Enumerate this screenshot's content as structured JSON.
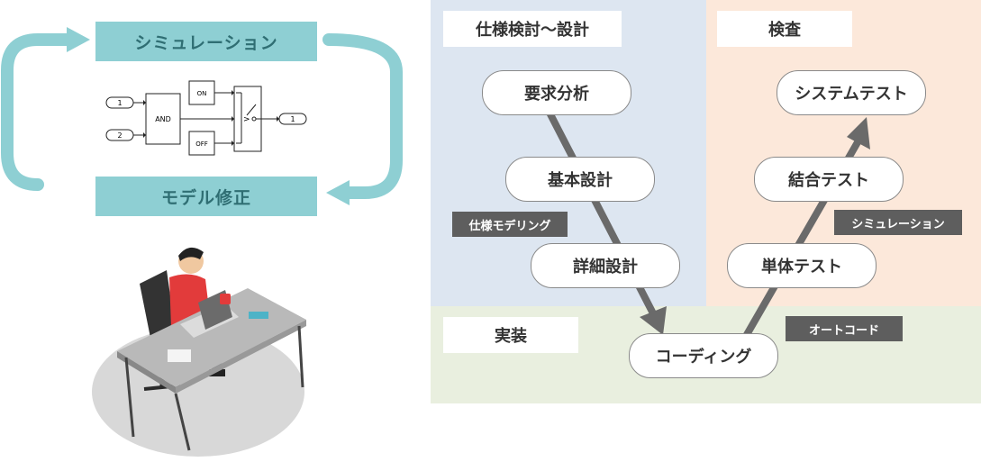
{
  "left": {
    "simulation_label": "シミュレーション",
    "model_fix_label": "モデル修正",
    "block": {
      "in1": "1",
      "in2": "2",
      "and": "AND",
      "on": "ON",
      "off": "OFF",
      "out": "1"
    }
  },
  "right": {
    "zones": {
      "spec_design": "仕様検討〜設計",
      "inspection": "検査",
      "implementation": "実装"
    },
    "steps": {
      "requirements": "要求分析",
      "basic_design": "基本設計",
      "detailed_design": "詳細設計",
      "coding": "コーディング",
      "unit_test": "単体テスト",
      "integration_test": "結合テスト",
      "system_test": "システムテスト"
    },
    "tags": {
      "spec_modeling": "仕様モデリング",
      "simulation": "シミュレーション",
      "auto_code": "オートコード"
    }
  },
  "colors": {
    "teal": "#8ecfd3",
    "zone_blue": "#dde6f1",
    "zone_peach": "#fce8da",
    "zone_green": "#e9efdf",
    "arrow_gray": "#6a6a6a",
    "tag_gray": "#5e5e5e"
  }
}
